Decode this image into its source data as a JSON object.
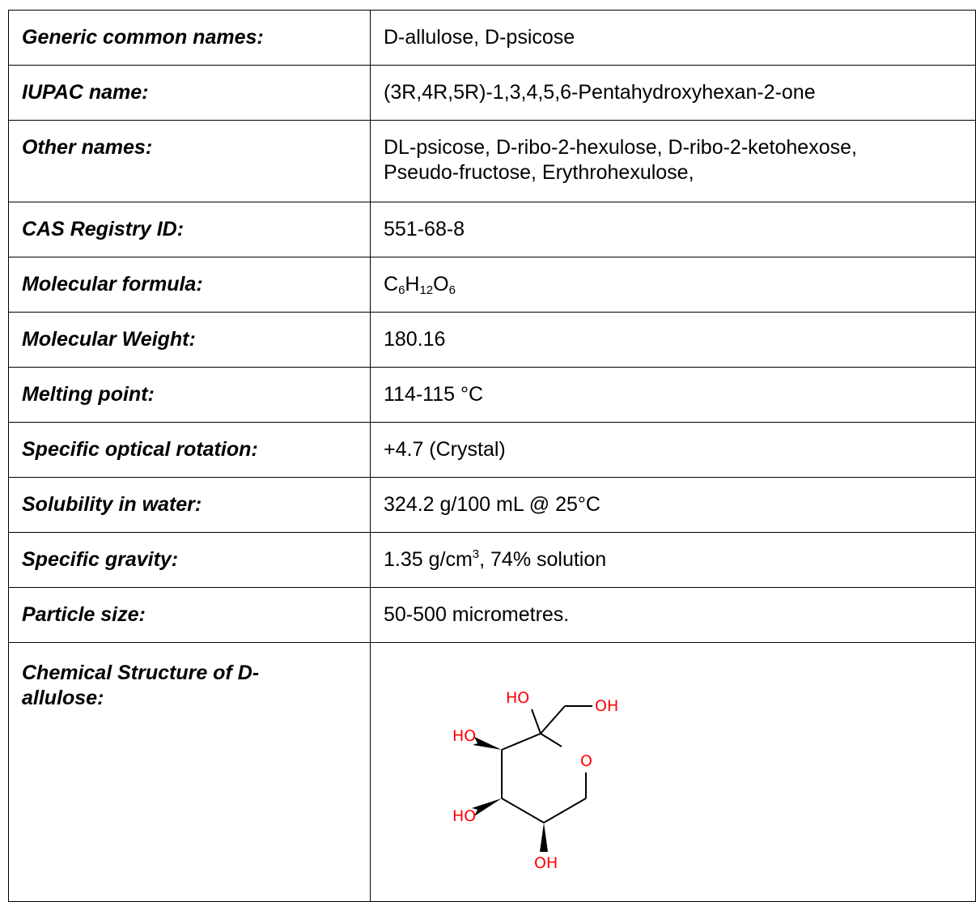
{
  "rows": [
    {
      "label": "Generic common names:",
      "value": "D-allulose, D-psicose"
    },
    {
      "label": "IUPAC name:",
      "value": "(3R,4R,5R)-1,3,4,5,6-Pentahydroxyhexan-2-one"
    },
    {
      "label": "Other names:",
      "value_line1": "DL-psicose, D-ribo-2-hexulose, D-ribo-2-ketohexose,",
      "value_line2": "Pseudo-fructose, Erythrohexulose,"
    },
    {
      "label": "CAS Registry ID:",
      "value": "551-68-8"
    },
    {
      "label": "Molecular formula:",
      "formula": {
        "c": "C",
        "c_n": "6",
        "h": "H",
        "h_n": "12",
        "o": "O",
        "o_n": "6"
      }
    },
    {
      "label": "Molecular Weight:",
      "value": "180.16"
    },
    {
      "label": "Melting point:",
      "value": "114-115 °C"
    },
    {
      "label": "Specific optical rotation:",
      "value": "+4.7 (Crystal)"
    },
    {
      "label": "Solubility in water:",
      "value": "324.2 g/100 mL @ 25°C"
    },
    {
      "label": "Specific gravity:",
      "value_pre": "1.35 g/cm",
      "value_sup": "3",
      "value_post": ", 74% solution"
    },
    {
      "label": "Particle size:",
      "value": "50-500 micrometres."
    },
    {
      "label_line1": "Chemical Structure of D-",
      "label_line2": "allulose:"
    }
  ],
  "structure": {
    "atom_labels": [
      "HO",
      "OH",
      "HO",
      "O",
      "HO",
      "OH"
    ],
    "heteroatom_color": "#ff0000"
  }
}
